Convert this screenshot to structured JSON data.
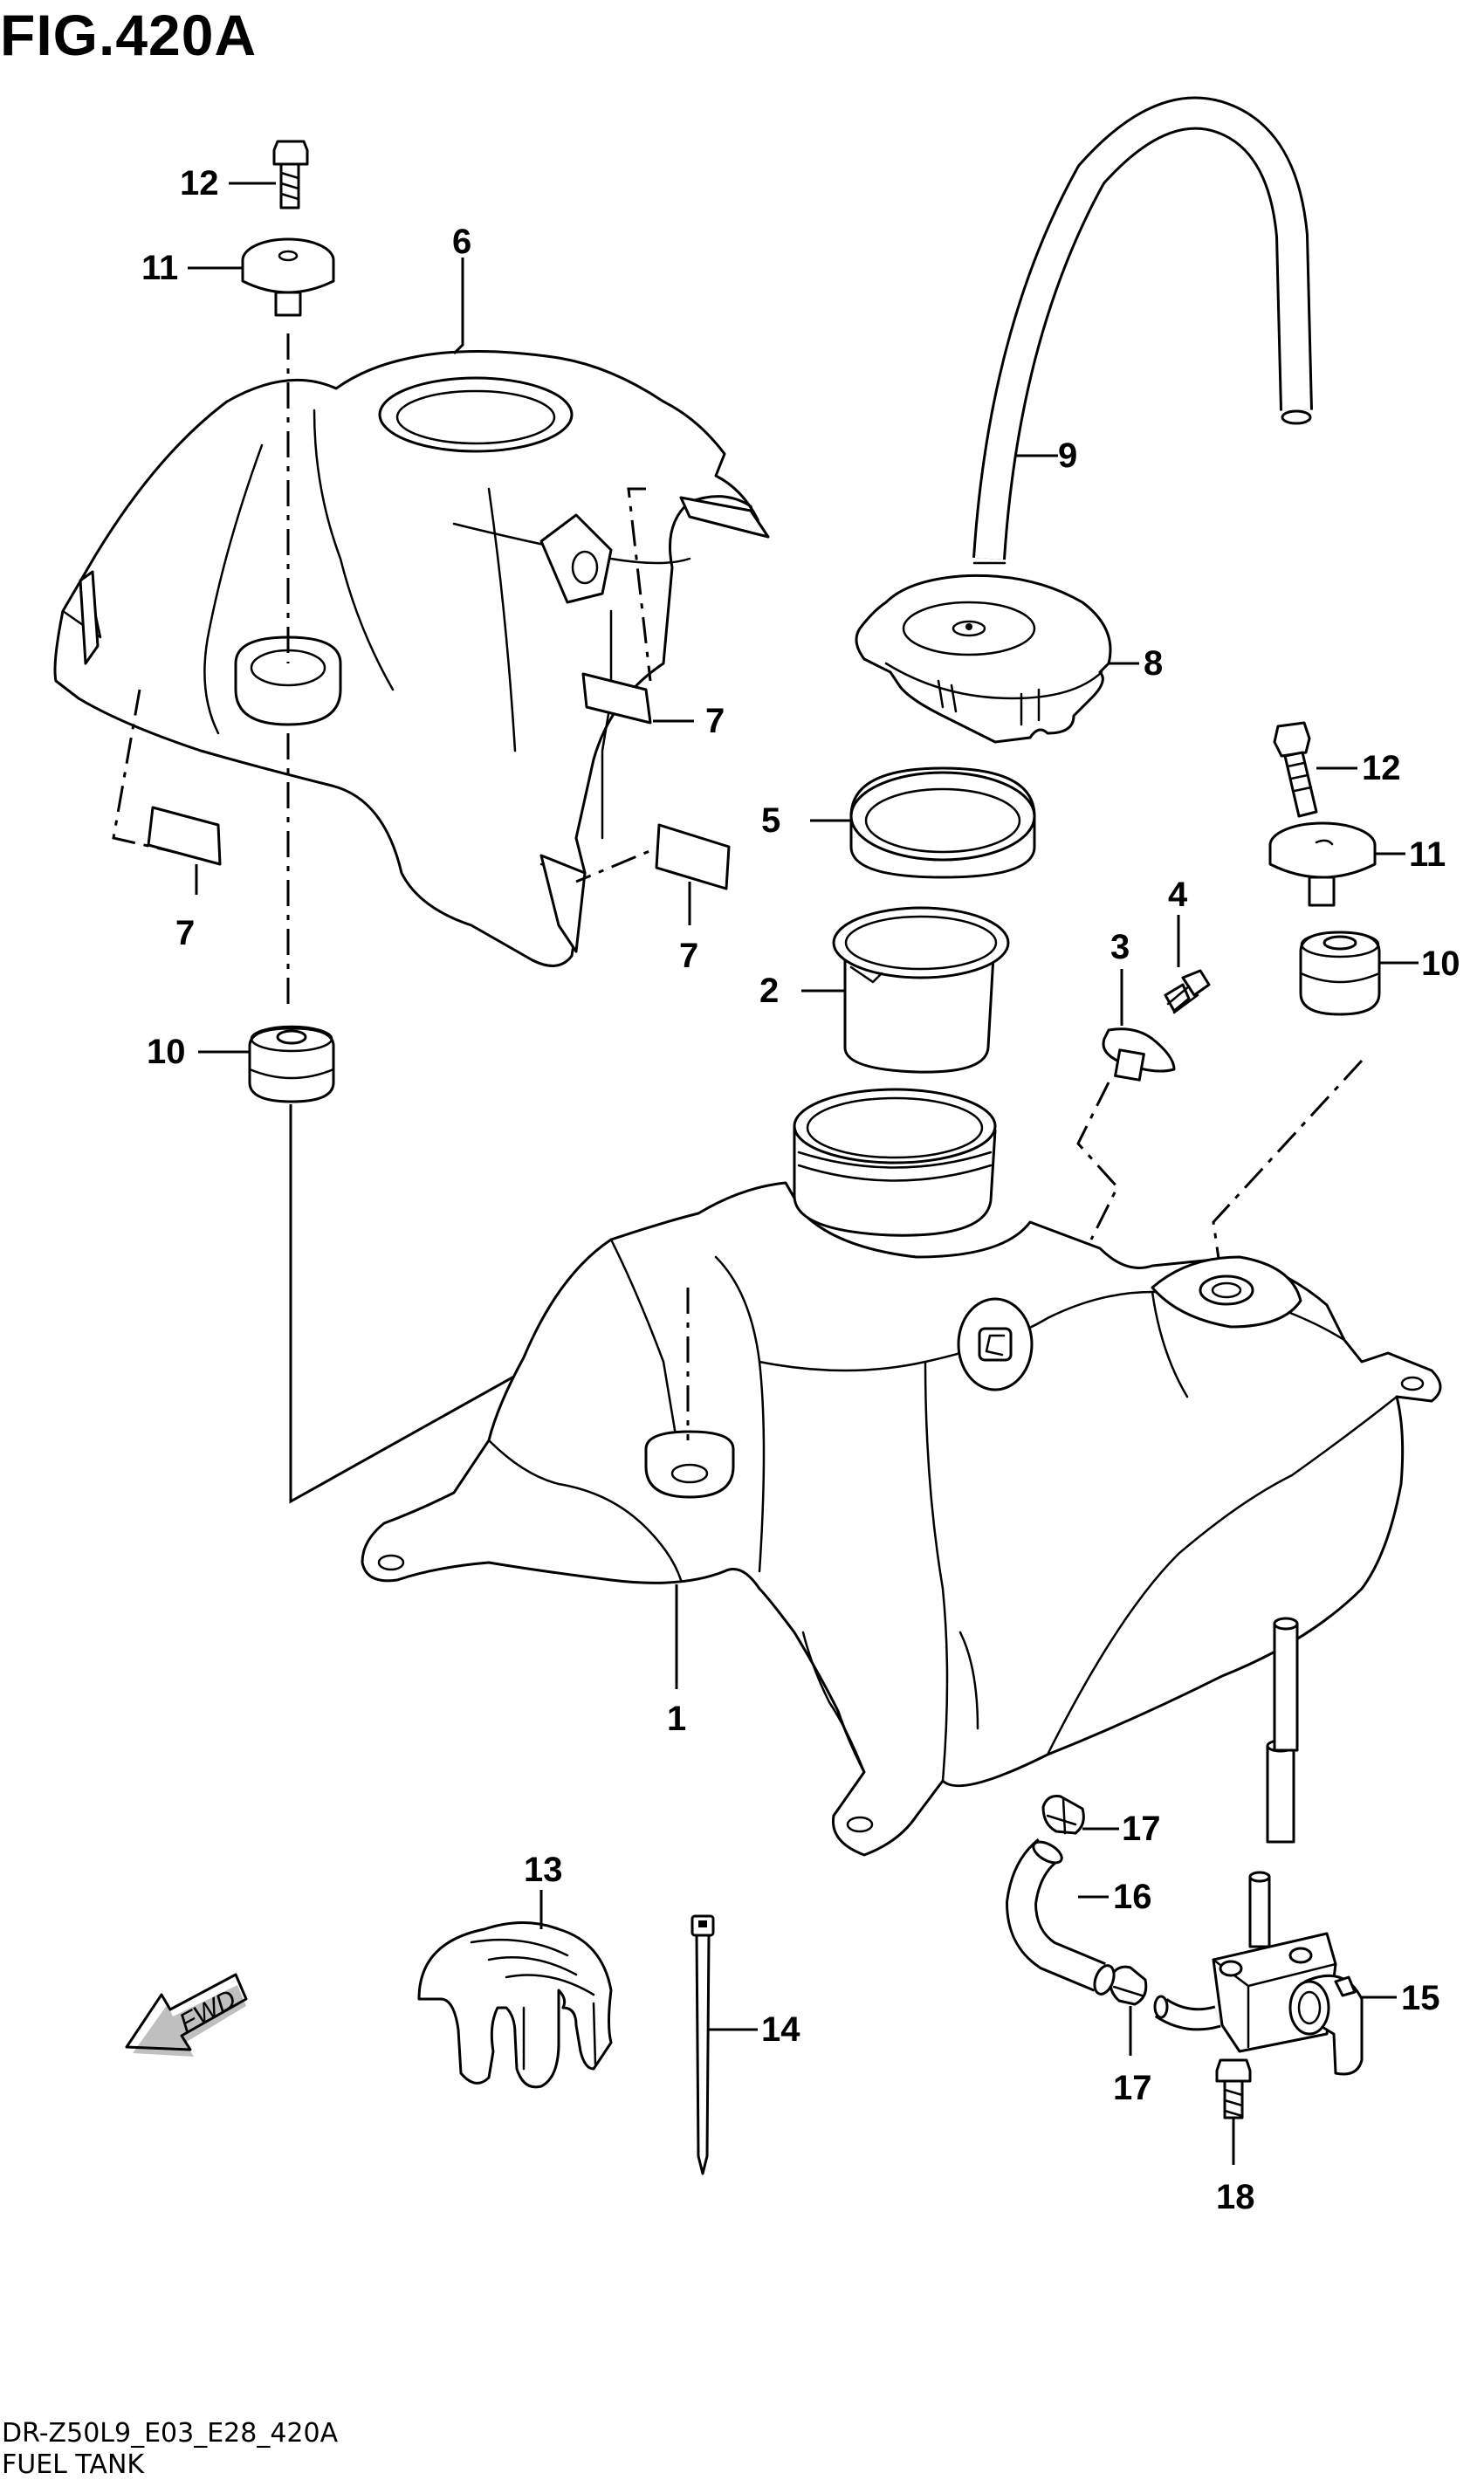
{
  "figure": {
    "title": "FIG.420A",
    "code": "DR-Z50L9_E03_E28_420A",
    "name": "FUEL TANK",
    "direction_label": "FWD"
  },
  "callouts": {
    "c1": "1",
    "c2": "2",
    "c3": "3",
    "c4": "4",
    "c5": "5",
    "c6": "6",
    "c7a": "7",
    "c7b": "7",
    "c7c": "7",
    "c8": "8",
    "c9": "9",
    "c10a": "10",
    "c10b": "10",
    "c11a": "11",
    "c11b": "11",
    "c12a": "12",
    "c12b": "12",
    "c13": "13",
    "c14": "14",
    "c15": "15",
    "c16": "16",
    "c17a": "17",
    "c17b": "17",
    "c18": "18"
  }
}
